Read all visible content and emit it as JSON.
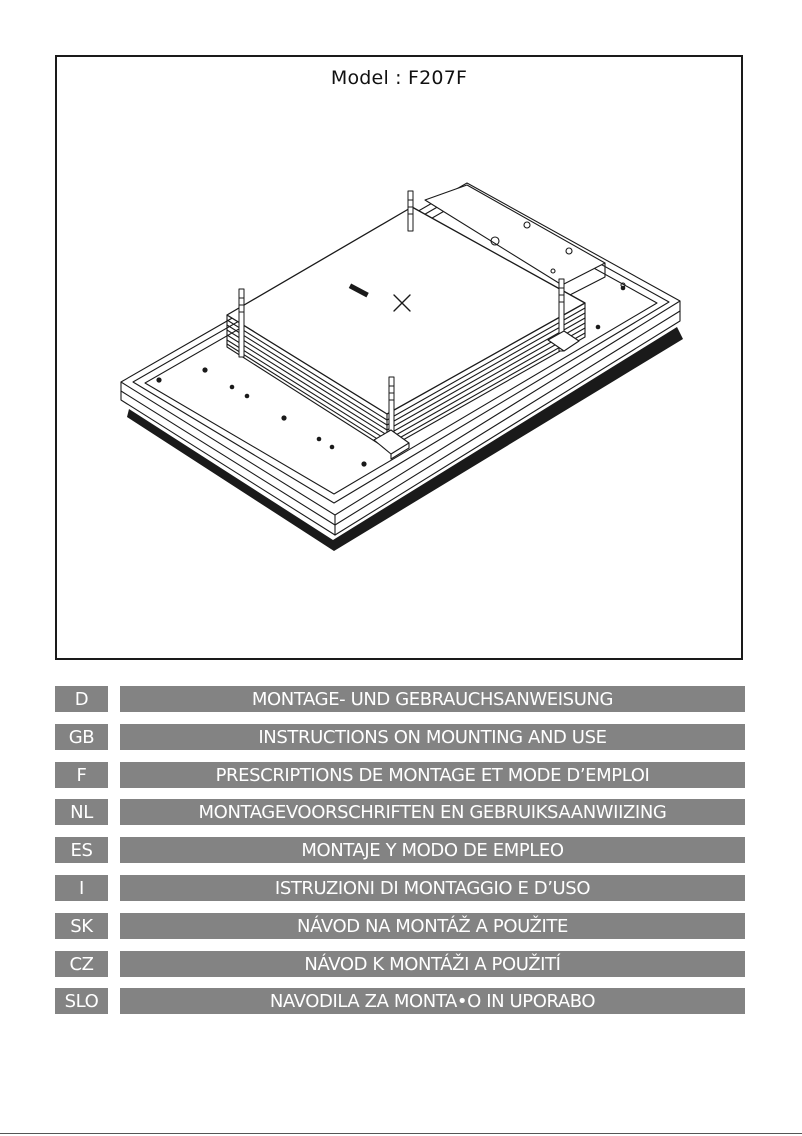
{
  "header": {
    "model_label": "Model : F207F"
  },
  "illustration": {
    "subject": "Mounting drawing of the ceiling hood unit"
  },
  "languages": [
    {
      "code": "D",
      "title": "MONTAGE- UND GEBRAUCHSANWEISUNG"
    },
    {
      "code": "GB",
      "title": "INSTRUCTIONS ON MOUNTING AND USE"
    },
    {
      "code": "F",
      "title": "PRESCRIPTIONS DE MONTAGE ET MODE D’EMPLOI"
    },
    {
      "code": "NL",
      "title": "MONTAGEVOORSCHRIFTEN EN GEBRUIKSAANWIIZING"
    },
    {
      "code": "ES",
      "title": "MONTAJE Y MODO DE EMPLEO"
    },
    {
      "code": "I",
      "title": "ISTRUZIONI DI MONTAGGIO E D’USO"
    },
    {
      "code": "SK",
      "title": "NÁVOD NA MONTÁŽ A POUŽITE"
    },
    {
      "code": "CZ",
      "title": "NÁVOD K MONTÁŽI A POUŽITÍ"
    },
    {
      "code": "SLO",
      "title": "NAVODILA ZA MONTA•O IN UPORABO"
    }
  ],
  "colors": {
    "band": "#838383",
    "band_text": "#ffffff",
    "frame": "#1a1a1a"
  }
}
